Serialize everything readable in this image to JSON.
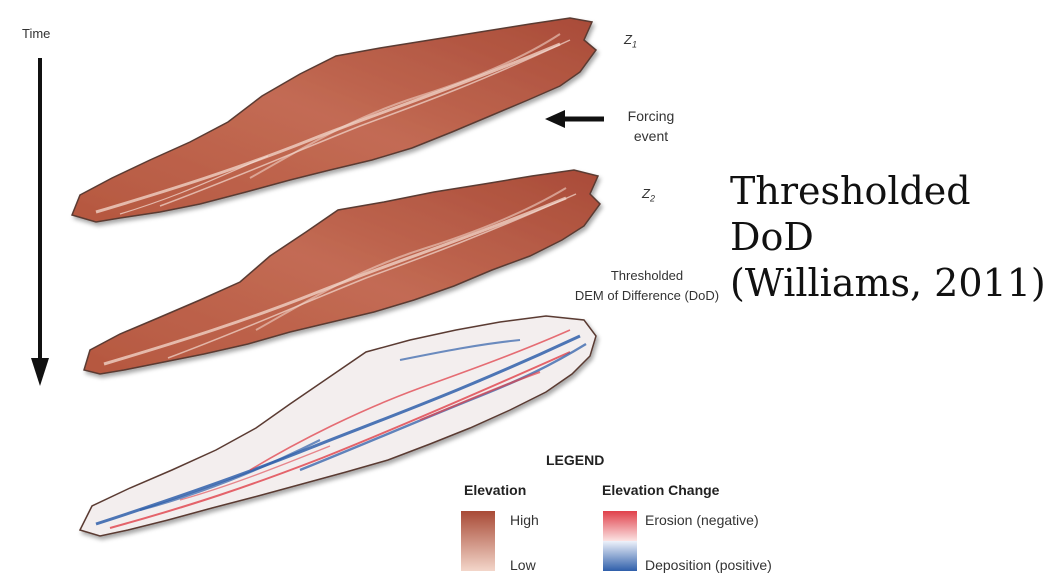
{
  "diagram": {
    "time_label": "Time",
    "z1_label": "Z",
    "z1_sub": "1",
    "z2_label": "Z",
    "z2_sub": "2",
    "forcing_line1": "Forcing",
    "forcing_line2": "event",
    "dod_line1": "Thresholded",
    "dod_line2": "DEM of Difference (DoD)",
    "title_line1": "Thresholded DoD",
    "title_line2": "(Williams, 2011)"
  },
  "legend": {
    "title": "LEGEND",
    "elevation_heading": "Elevation",
    "elevation_high": "High",
    "elevation_low": "Low",
    "change_heading": "Elevation Change",
    "erosion": "Erosion (negative)",
    "deposition": "Deposition (positive)"
  },
  "colors": {
    "elevation_high": "#b0503a",
    "elevation_low": "#f2d3c6",
    "erosion": "#e0404a",
    "deposition": "#2f5faa",
    "dod_background": "#f3eeee",
    "arrow": "#111111"
  }
}
